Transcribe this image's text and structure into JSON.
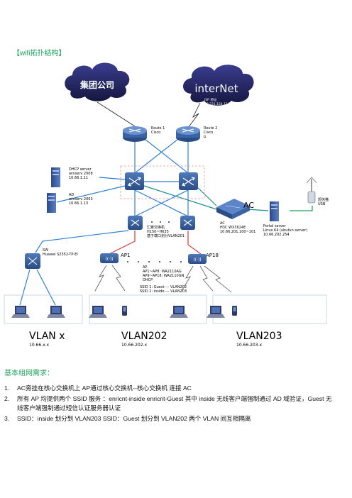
{
  "heading_topology": "【wifi拓扑结构】",
  "heading_requirements": "基本组网需求：",
  "diagram": {
    "cloud_group": "集团公司",
    "cloud_internet": "interNet",
    "isp_line1": "ISP 地址",
    "isp_line2": "58.221.154.114",
    "router1": [
      "Route 1",
      "Cisco"
    ],
    "router2": [
      "Route 2",
      "Cisco",
      "p."
    ],
    "dhcp": [
      "DHCP server",
      "winserv 2008",
      "10.66.1.11"
    ],
    "ad": [
      "AD",
      "winserv 2003",
      "10.66.1.13"
    ],
    "ac_big": "AC",
    "ac_info": [
      "AC",
      "H3C WX3024E",
      "10.66.201.100~101"
    ],
    "portal": [
      "Portal server",
      "Linux 64 (ubutun server)",
      "10.66.202.254"
    ],
    "sms": [
      "短信猫",
      "USB"
    ],
    "agg": [
      "汇聚交换机",
      "H150~H635",
      "基于端口划分VLAN201"
    ],
    "sw": [
      "SW",
      "Huawei S2352-TP-EI"
    ],
    "ap1": "AP1",
    "ap18": "AP18",
    "ap_info": [
      "AP",
      "AP1~AP8: WA2110AG",
      "AP9~AP18: WA2110GN",
      "DHCP"
    ],
    "ssid_info": [
      "SSID 1: Guest  --- VLAN202",
      "SSID 2: inside  --- VLAN203"
    ],
    "vlan_x": [
      "VLAN x",
      "10.66.x.x"
    ],
    "vlan_202": [
      "VLAN202",
      "10.66.202.x"
    ],
    "vlan_203": [
      "VLAN203",
      "10.66.203.x"
    ]
  },
  "requirements": [
    {
      "num": "1.",
      "text": "AC旁挂在核心交换机上    AP通过核心交换机--核心交换机  连接 AC"
    },
    {
      "num": "2.",
      "text": "所有 AP 均提供两个 SSID 服务 ：enricnt-inside      enricnt-Guest  其中 inside 无线客户端强制通过 AD 域验证，Guest 无"
    },
    {
      "num": "",
      "text": "线客户端强制通过短信认证服务器认证"
    },
    {
      "num": "3.",
      "text": "SSID：inside 划分到 VLAN203    SSID：Guest 划分到 VLAN202  两个 VLAN 间互相隔离"
    }
  ]
}
